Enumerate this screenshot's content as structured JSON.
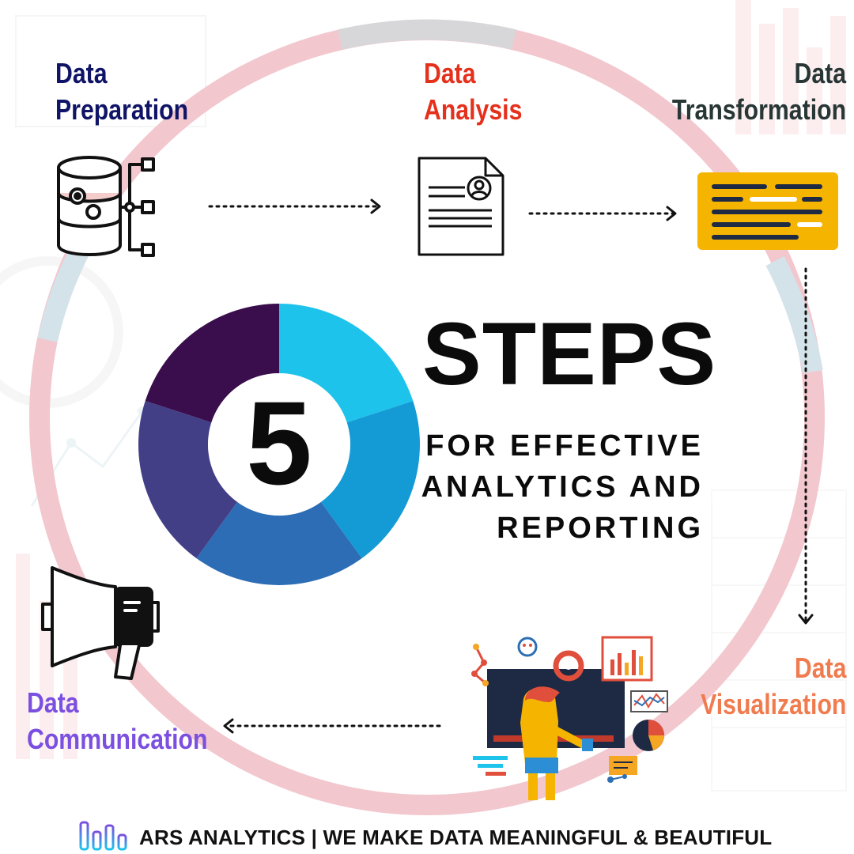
{
  "labels": {
    "data_preparation": {
      "line1": "Data",
      "line2": "Preparation",
      "color": "#0f1466"
    },
    "data_analysis": {
      "line1": "Data",
      "line2": "Analysis",
      "color": "#e5301c"
    },
    "data_transformation": {
      "line1": "Data",
      "line2": "Transformation",
      "color": "#283636"
    },
    "data_visualization": {
      "line1": "Data",
      "line2": "Visualization",
      "color": "#f07b4e"
    },
    "data_communication": {
      "line1": "Data",
      "line2": "Communication",
      "color": "#7b4fe0"
    }
  },
  "center": {
    "number": "5",
    "title": "STEPS",
    "subtitle_line1": "FOR EFFECTIVE",
    "subtitle_line2": "ANALYTICS AND",
    "subtitle_line3": "REPORTING"
  },
  "donut_colors": [
    "#1ec3ec",
    "#149bd6",
    "#2d6db5",
    "#423f87",
    "#3a0d4c"
  ],
  "footer": {
    "text": "ARS ANALYTICS | WE MAKE DATA MEANINGFUL & BEAUTIFUL"
  },
  "icons": {
    "preparation": "database-gear-icon",
    "analysis": "document-user-icon",
    "transformation": "code-lines-icon",
    "visualization": "person-dashboard-illustration",
    "communication": "megaphone-icon"
  }
}
